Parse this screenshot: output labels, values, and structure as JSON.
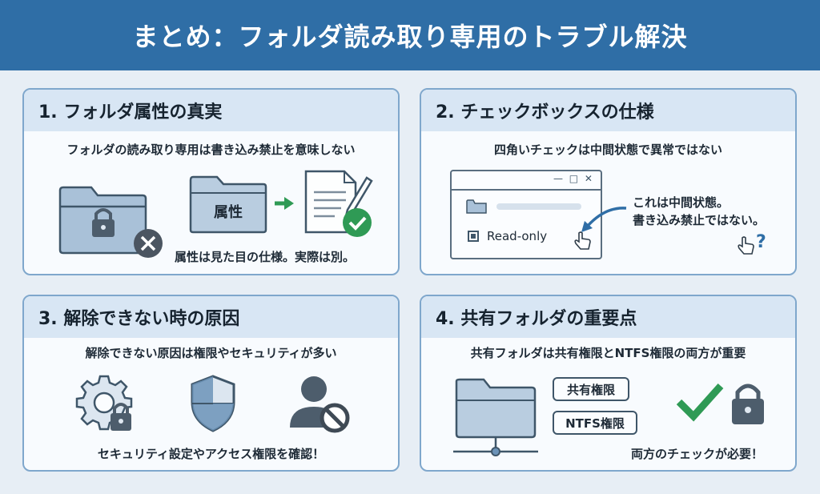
{
  "header": {
    "title": "まとめ：フォルダ読み取り専用のトラブル解決"
  },
  "cards": [
    {
      "title": "1. フォルダ属性の真実",
      "subtitle": "フォルダの読み取り専用は書き込み禁止を意味しない",
      "folder_label": "属性",
      "caption": "属性は見た目の仕様。実際は別。"
    },
    {
      "title": "2. チェックボックスの仕様",
      "subtitle": "四角いチェックは中間状態で異常ではない",
      "window_controls": "— □ ✕",
      "checkbox_label": "Read-only",
      "note_line1": "これは中間状態。",
      "note_line2": "書き込み禁止ではない。",
      "question_mark": "?"
    },
    {
      "title": "3. 解除できない時の原因",
      "subtitle": "解除できない原因は権限やセキュリティが多い",
      "caption": "セキュリティ設定やアクセス権限を確認！"
    },
    {
      "title": "4. 共有フォルダの重要点",
      "subtitle": "共有フォルダは共有権限とNTFS権限の両方が重要",
      "share_perm_label": "共有権限",
      "ntfs_perm_label": "NTFS権限",
      "caption": "両方のチェックが必要！"
    }
  ],
  "colors": {
    "header": "#2f6ea6",
    "card_border": "#7fa7cc",
    "card_title_bg": "#d8e6f4",
    "folder_fill": "#b9cde0",
    "dark_icon": "#4d5d6c",
    "green": "#2f9a55"
  },
  "icons": [
    "folder-icon",
    "lock-icon",
    "close-circle-icon",
    "arrow-right-icon",
    "document-icon",
    "pen-icon",
    "check-circle-icon",
    "window-icon",
    "curved-arrow-icon",
    "pointer-hand-icon",
    "gear-lock-icon",
    "shield-icon",
    "user-blocked-icon",
    "network-folder-icon",
    "checkmark-icon"
  ]
}
